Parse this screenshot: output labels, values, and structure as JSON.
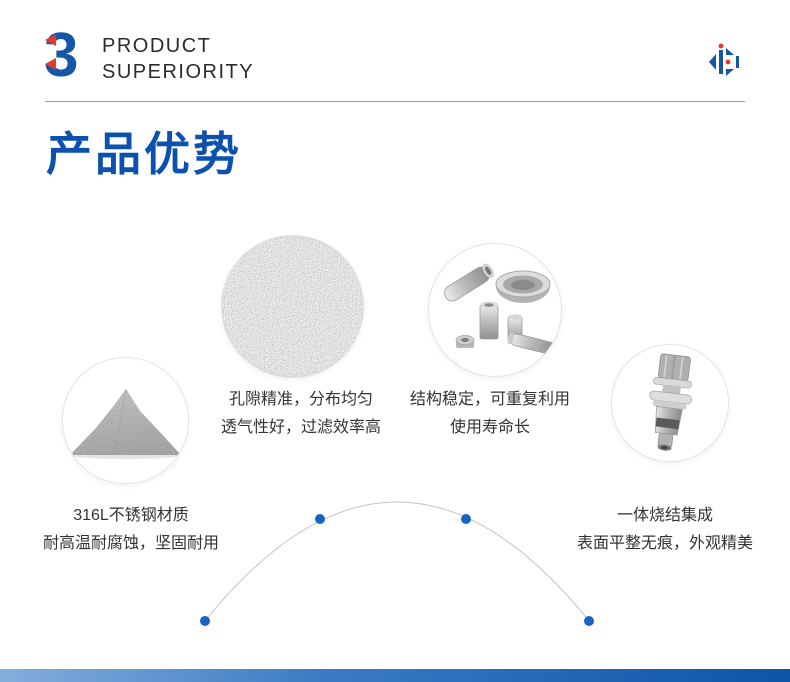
{
  "header": {
    "section_number": "3",
    "title_line1": "PRODUCT",
    "title_line2": "SUPERIORITY"
  },
  "page": {
    "title": "产品优势"
  },
  "features": [
    {
      "image": "stainless-steel-powder-photo",
      "lines": [
        "316L不锈钢材质",
        "耐高温耐腐蚀，坚固耐用"
      ]
    },
    {
      "image": "porous-sintered-texture-photo",
      "lines": [
        "孔隙精准，分布均匀",
        "透气性好，过滤效率高"
      ]
    },
    {
      "image": "metal-filter-parts-photo",
      "lines": [
        "结构稳定，可重复利用",
        "使用寿命长"
      ]
    },
    {
      "image": "sintered-component-photo",
      "lines": [
        "一体烧结集成",
        "表面平整无痕，外观精美"
      ]
    }
  ],
  "icons": {
    "logo_mark": "number-3-ribbon-logo",
    "corner_mark": "brand-glyph"
  },
  "colors": {
    "accent_blue": "#0B51AD",
    "logo_blue": "#1456A8",
    "logo_red": "#E2382F",
    "dot_blue": "#1765C1",
    "text_dark": "#333333",
    "divider_gray": "#9c9c9c",
    "bottom_bar_start": "#85AEDD",
    "bottom_bar_end": "#0D55A8"
  }
}
